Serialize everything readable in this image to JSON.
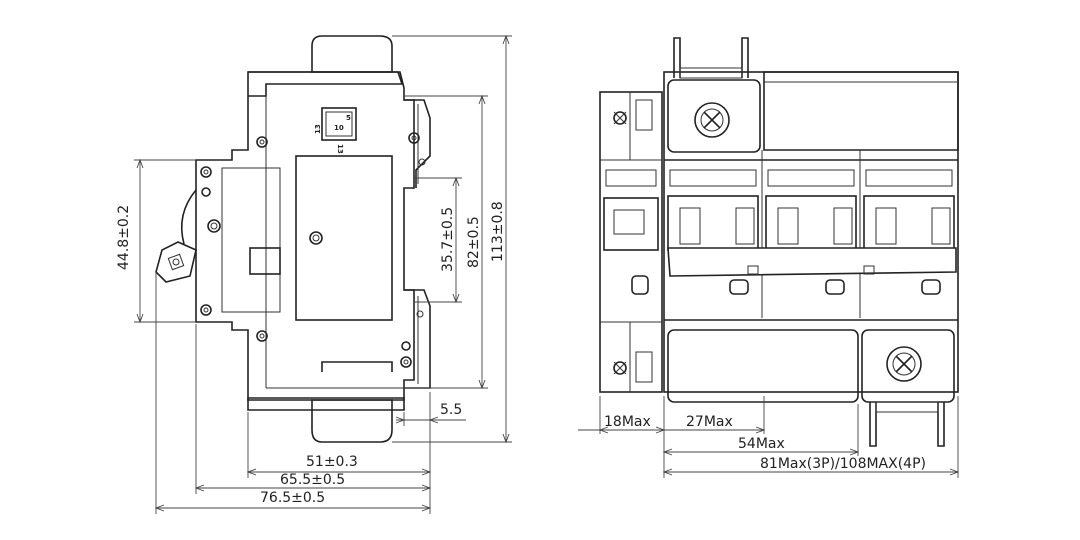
{
  "side_view": {
    "dimensions": {
      "width_inner": "51±0.3",
      "width_mid": "65.5±0.5",
      "width_outer": "76.5±0.5",
      "height_left": "44.8±0.2",
      "height_mid1": "35.7±0.5",
      "height_mid2": "82±0.5",
      "height_total": "113±0.8",
      "offset_small": "5.5"
    },
    "terminal_labels": [
      "13",
      "10",
      "5",
      "13"
    ]
  },
  "front_view": {
    "dimensions": {
      "w1": "18Max",
      "w2": "27Max",
      "w3": "54Max",
      "w4": "81Max(3P)/108MAX(4P)"
    }
  }
}
